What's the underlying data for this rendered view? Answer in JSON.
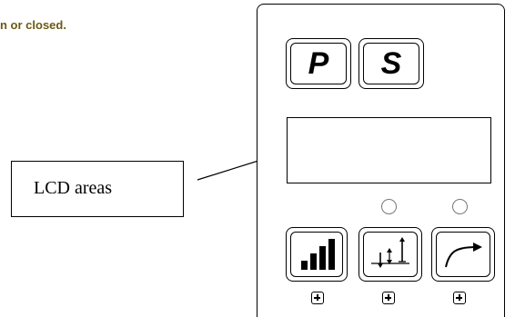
{
  "caption_fragment": "n or closed.",
  "callout": {
    "label": "LCD areas"
  },
  "panel": {
    "keys": [
      {
        "glyph": "P",
        "icon": "p-letter-icon"
      },
      {
        "glyph": "S",
        "icon": "s-letter-icon"
      }
    ],
    "function_keys": [
      {
        "icon": "signal-bars-icon"
      },
      {
        "icon": "needle-position-icon"
      },
      {
        "icon": "curve-arrow-icon"
      }
    ],
    "indicator_leds": 2,
    "plus_buttons": 3
  },
  "colors": {
    "caption": "#6b5a14",
    "stroke": "#000000",
    "led_border": "#777777"
  }
}
